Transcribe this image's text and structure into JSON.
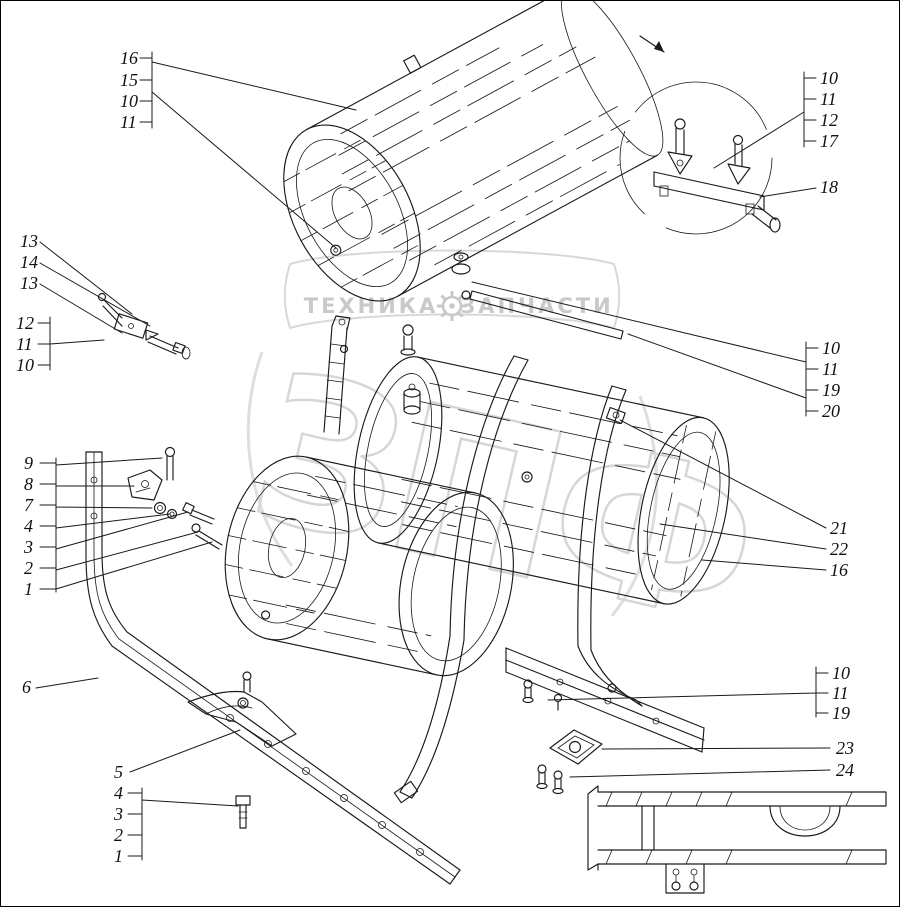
{
  "colors": {
    "line": "#1a1a1a",
    "watermark": "#c9c9c9",
    "background": "#ffffff"
  },
  "watermark": {
    "left_text": "ТЕХНИКА",
    "right_text": "ЗАПЧАСТИ",
    "logo_text": "ЗПФ"
  },
  "callouts": [
    {
      "label": "16"
    },
    {
      "label": "15"
    },
    {
      "label": "10"
    },
    {
      "label": "11"
    },
    {
      "label": "10"
    },
    {
      "label": "11"
    },
    {
      "label": "12"
    },
    {
      "label": "17"
    },
    {
      "label": "18"
    },
    {
      "label": "13"
    },
    {
      "label": "14"
    },
    {
      "label": "13"
    },
    {
      "label": "12"
    },
    {
      "label": "11"
    },
    {
      "label": "10"
    },
    {
      "label": "10"
    },
    {
      "label": "11"
    },
    {
      "label": "19"
    },
    {
      "label": "20"
    },
    {
      "label": "9"
    },
    {
      "label": "8"
    },
    {
      "label": "7"
    },
    {
      "label": "4"
    },
    {
      "label": "3"
    },
    {
      "label": "2"
    },
    {
      "label": "1"
    },
    {
      "label": "6"
    },
    {
      "label": "5"
    },
    {
      "label": "4"
    },
    {
      "label": "3"
    },
    {
      "label": "2"
    },
    {
      "label": "1"
    },
    {
      "label": "21"
    },
    {
      "label": "22"
    },
    {
      "label": "16"
    },
    {
      "label": "10"
    },
    {
      "label": "11"
    },
    {
      "label": "19"
    },
    {
      "label": "23"
    },
    {
      "label": "24"
    }
  ]
}
